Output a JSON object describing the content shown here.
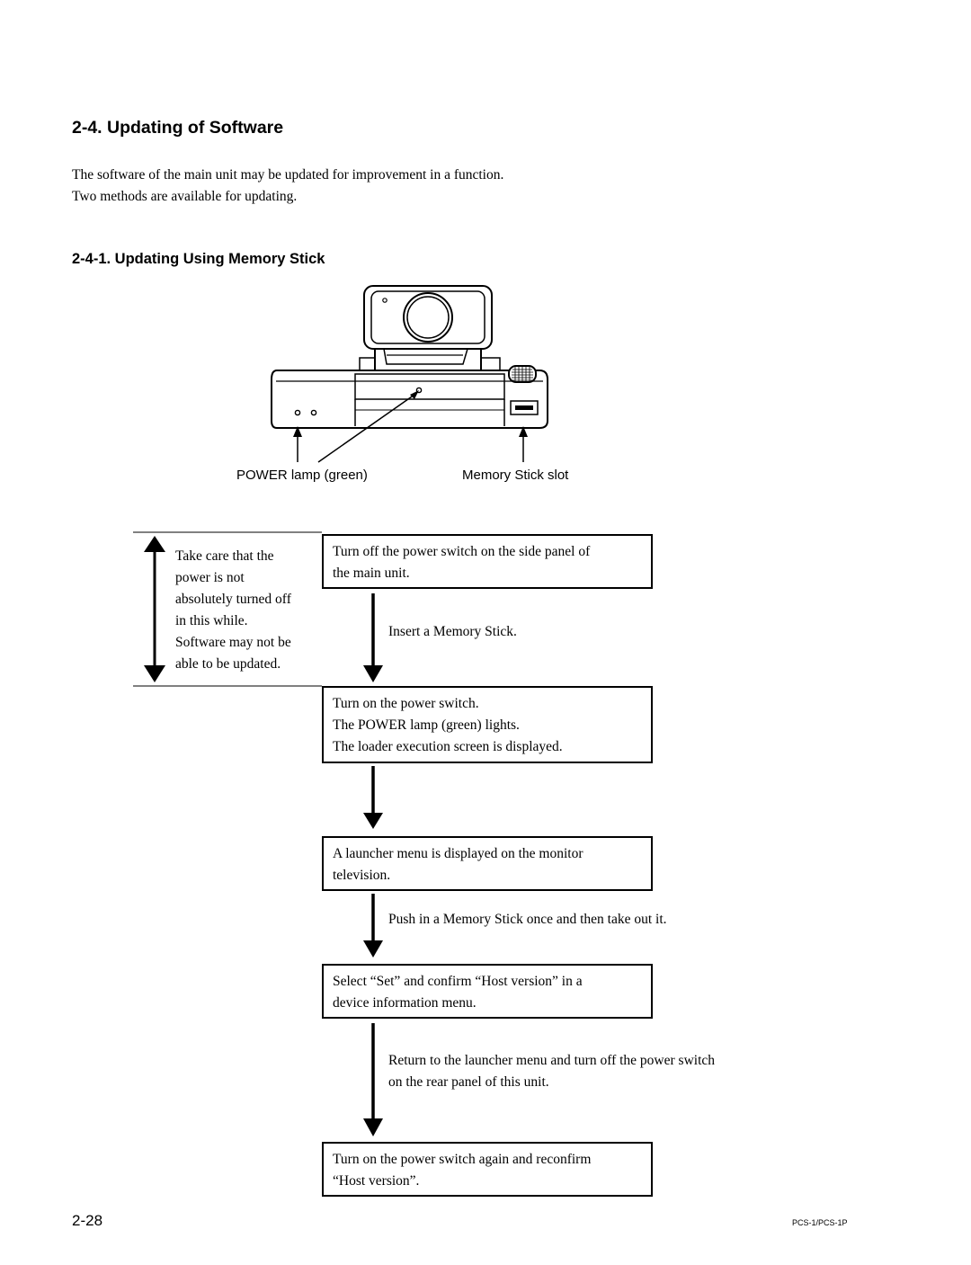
{
  "section": {
    "title": "2-4.  Updating of Software"
  },
  "intro": {
    "line1": "The software of the main unit may be updated for improvement in a function.",
    "line2": "Two methods are available for updating."
  },
  "subsection": {
    "title": "2-4-1.  Updating Using Memory Stick"
  },
  "figure": {
    "labels": {
      "power_lamp": "POWER lamp (green)",
      "memory_stick_slot": "Memory Stick slot"
    }
  },
  "caution": {
    "lines": [
      "Take care that the",
      "power is not",
      "absolutely turned off",
      "in this while.",
      "Software may not be",
      "able to be updated."
    ]
  },
  "flow": {
    "box1": [
      "Turn off the power switch on the side panel of",
      "the main unit."
    ],
    "step1": "Insert a Memory Stick.",
    "box2": [
      "Turn on the power switch.",
      "The POWER lamp (green) lights.",
      "The loader execution screen is displayed."
    ],
    "box3": [
      "A launcher menu is displayed on the monitor",
      "television."
    ],
    "step3": "Push in a Memory Stick once and then take out it.",
    "box4": [
      "Select “Set” and confirm “Host version” in a",
      "device information menu."
    ],
    "step4": [
      "Return to the launcher menu and turn off the power switch",
      "on the rear panel of this unit."
    ],
    "box5": [
      "Turn on the power switch again and reconfirm",
      "“Host version”."
    ]
  },
  "footer": {
    "page_number": "2-28",
    "model": "PCS-1/PCS-1P"
  }
}
